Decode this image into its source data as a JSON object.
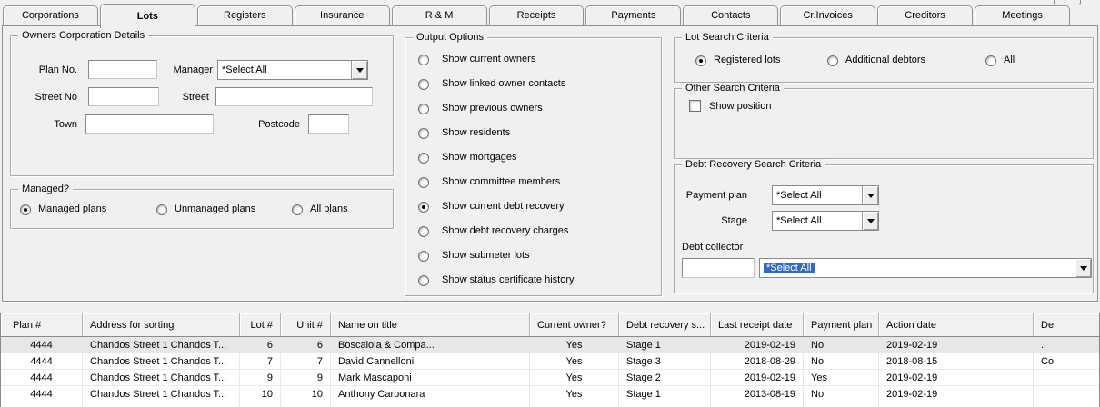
{
  "colors": {
    "selection_highlight": "#316ac5",
    "selection_text": "#ffffff",
    "selected_row_bg": "#e7e7e7",
    "panel_bg": "#f0f0f0"
  },
  "tabs": [
    {
      "label": "Corporations",
      "active": false
    },
    {
      "label": "Lots",
      "active": true
    },
    {
      "label": "Registers",
      "active": false
    },
    {
      "label": "Insurance",
      "active": false
    },
    {
      "label": "R & M",
      "active": false
    },
    {
      "label": "Receipts",
      "active": false
    },
    {
      "label": "Payments",
      "active": false
    },
    {
      "label": "Contacts",
      "active": false
    },
    {
      "label": "Cr.Invoices",
      "active": false
    },
    {
      "label": "Creditors",
      "active": false
    },
    {
      "label": "Meetings",
      "active": false
    }
  ],
  "owners_corp": {
    "title": "Owners Corporation Details",
    "plan_no": {
      "label": "Plan No.",
      "value": ""
    },
    "manager": {
      "label": "Manager",
      "value": "*Select All"
    },
    "street_no": {
      "label": "Street No",
      "value": ""
    },
    "street": {
      "label": "Street",
      "value": ""
    },
    "town": {
      "label": "Town",
      "value": ""
    },
    "postcode": {
      "label": "Postcode",
      "value": ""
    }
  },
  "managed": {
    "title": "Managed?",
    "options": [
      {
        "label": "Managed plans",
        "selected": true
      },
      {
        "label": "Unmanaged plans",
        "selected": false
      },
      {
        "label": "All plans",
        "selected": false
      }
    ]
  },
  "output_options": {
    "title": "Output Options",
    "options": [
      {
        "label": "Show current owners",
        "selected": false
      },
      {
        "label": "Show linked owner contacts",
        "selected": false
      },
      {
        "label": "Show previous owners",
        "selected": false
      },
      {
        "label": "Show residents",
        "selected": false
      },
      {
        "label": "Show mortgages",
        "selected": false
      },
      {
        "label": "Show committee members",
        "selected": false
      },
      {
        "label": "Show current debt recovery",
        "selected": true
      },
      {
        "label": "Show debt recovery charges",
        "selected": false
      },
      {
        "label": "Show submeter lots",
        "selected": false
      },
      {
        "label": "Show status certificate history",
        "selected": false
      }
    ]
  },
  "lot_search": {
    "title": "Lot Search Criteria",
    "options": [
      {
        "label": "Registered lots",
        "selected": true
      },
      {
        "label": "Additional debtors",
        "selected": false
      },
      {
        "label": "All",
        "selected": false
      }
    ]
  },
  "other_search": {
    "title": "Other Search Criteria",
    "show_position": {
      "label": "Show position",
      "checked": false
    }
  },
  "debt_recovery": {
    "title": "Debt Recovery Search Criteria",
    "payment_plan": {
      "label": "Payment plan",
      "value": "*Select All"
    },
    "stage": {
      "label": "Stage",
      "value": "*Select All"
    },
    "debt_collector": {
      "label": "Debt collector",
      "input_value": "",
      "value": "*Select All"
    }
  },
  "grid": {
    "columns": [
      "Plan #",
      "Address for sorting",
      "Lot #",
      "Unit #",
      "Name on title",
      "Current owner?",
      "Debt recovery s...",
      "Last receipt date",
      "Payment plan",
      "Action date",
      "De"
    ],
    "rows": [
      [
        "4444",
        "Chandos Street 1 Chandos T...",
        "6",
        "6",
        "Boscaiola & Compa...",
        "Yes",
        "Stage 1",
        "2019-02-19",
        "No",
        "2019-02-19",
        ".."
      ],
      [
        "4444",
        "Chandos Street 1 Chandos T...",
        "7",
        "7",
        "David Cannelloni",
        "Yes",
        "Stage 3",
        "2018-08-29",
        "No",
        "2018-08-15",
        "Co"
      ],
      [
        "4444",
        "Chandos Street 1 Chandos T...",
        "9",
        "9",
        "Mark Mascaponi",
        "Yes",
        "Stage 2",
        "2019-02-19",
        "Yes",
        "2019-02-19",
        ""
      ],
      [
        "4444",
        "Chandos Street 1 Chandos T...",
        "10",
        "10",
        "Anthony Carbonara",
        "Yes",
        "Stage 1",
        "2013-08-19",
        "No",
        "2019-02-19",
        ""
      ]
    ],
    "selected_row_index": 0
  }
}
